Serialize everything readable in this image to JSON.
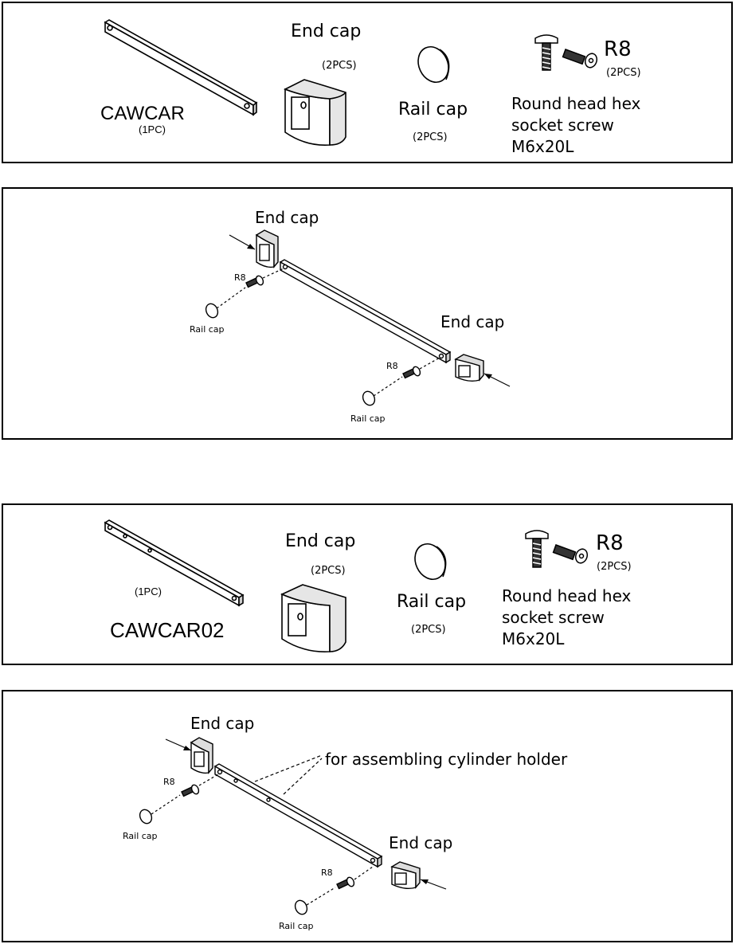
{
  "panel1": {
    "part_name": "CAWCAR",
    "part_qty": "(1PC)",
    "end_cap_label": "End cap",
    "end_cap_qty": "(2PCS)",
    "rail_cap_label": "Rail cap",
    "rail_cap_qty": "(2PCS)",
    "screw_code": "R8",
    "screw_qty": "(2PCS)",
    "screw_desc_1": "Round head hex",
    "screw_desc_2": "socket screw",
    "screw_desc_3": "M6x20L"
  },
  "panel2": {
    "end_cap_top": "End cap",
    "end_cap_right": "End cap",
    "r8_left": "R8",
    "r8_right": "R8",
    "rail_cap_left": "Rail cap",
    "rail_cap_right": "Rail cap"
  },
  "panel3": {
    "part_name": "CAWCAR02",
    "part_qty": "(1PC)",
    "end_cap_label": "End cap",
    "end_cap_qty": "(2PCS)",
    "rail_cap_label": "Rail cap",
    "rail_cap_qty": "(2PCS)",
    "screw_code": "R8",
    "screw_qty": "(2PCS)",
    "screw_desc_1": "Round head hex",
    "screw_desc_2": "socket screw",
    "screw_desc_3": "M6x20L"
  },
  "panel4": {
    "end_cap_top": "End cap",
    "end_cap_right": "End cap",
    "note": "for assembling cylinder holder",
    "r8_left": "R8",
    "r8_right": "R8",
    "rail_cap_left": "Rail cap",
    "rail_cap_right": "Rail cap"
  }
}
